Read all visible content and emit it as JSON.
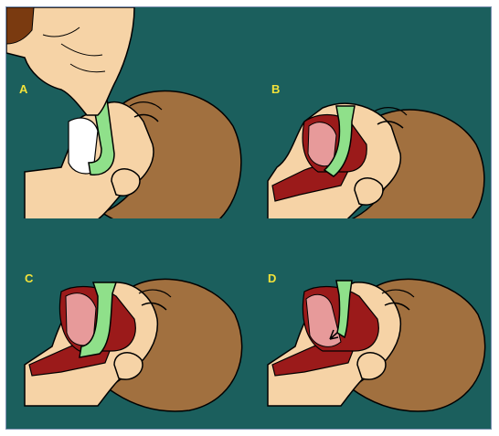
{
  "panels": [
    {
      "label": "A",
      "stage": "insertion-by-hand"
    },
    {
      "label": "B",
      "stage": "airway-rotated-in-mouth"
    },
    {
      "label": "C",
      "stage": "airway-correct-position"
    },
    {
      "label": "D",
      "stage": "airway-misplaced-pushing-tongue"
    }
  ],
  "colors": {
    "background": "#1b5f5d",
    "skin": "#f6d3a6",
    "hair": "#a1703f",
    "airway": "#8fe08a",
    "mouth_cavity": "#9b1a1a",
    "tongue": "#e79a9a",
    "label": "#f2e23a"
  }
}
